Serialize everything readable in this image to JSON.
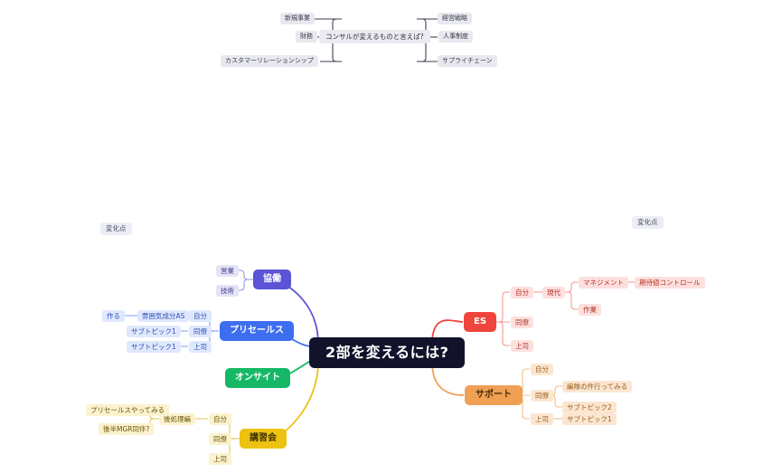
{
  "app": {
    "title": "mindmap-canvas",
    "background": "#ffffff"
  },
  "top_map": {
    "root": "コンサルが変えるものと言えば?",
    "left_children": [
      "新規事業",
      "財務",
      "カスタマーリレーションシップ"
    ],
    "right_children": [
      "経営戦略",
      "人事制度",
      "サプライチェーン"
    ],
    "edge_color": "#3f3f56",
    "node_bg": "#e8e8ef"
  },
  "labels": {
    "left_change_point": "変化点",
    "right_change_point": "変化点"
  },
  "main_map": {
    "root": "2部を変えるには?",
    "root_bg": "#12122b",
    "root_fg": "#ffffff",
    "branches": [
      {
        "id": "kyodo",
        "label": "協働",
        "color": "#5b54d6",
        "side": "left",
        "children": [
          {
            "label": "営業",
            "children": []
          },
          {
            "label": "技術",
            "children": []
          }
        ]
      },
      {
        "id": "presales",
        "label": "プリセールス",
        "color": "#3d6ef0",
        "side": "left",
        "children": [
          {
            "label": "自分",
            "children": [
              {
                "label": "雰囲気成分AS",
                "children": [
                  {
                    "label": "作る",
                    "children": []
                  }
                ]
              }
            ]
          },
          {
            "label": "同僚",
            "children": [
              {
                "label": "サブトピック1",
                "children": []
              }
            ]
          },
          {
            "label": "上司",
            "children": [
              {
                "label": "サブトピック1",
                "children": []
              }
            ]
          }
        ]
      },
      {
        "id": "onsite",
        "label": "オンサイト",
        "color": "#16b866",
        "side": "left",
        "children": []
      },
      {
        "id": "koshukai",
        "label": "講習会",
        "color": "#edc211",
        "side": "left",
        "children": [
          {
            "label": "自分",
            "children": [
              {
                "label": "後処理編",
                "children": [
                  {
                    "label": "プリセールスやってみる",
                    "children": []
                  },
                  {
                    "label": "後半MGR同伴?",
                    "children": []
                  }
                ]
              }
            ]
          },
          {
            "label": "同僚",
            "children": []
          },
          {
            "label": "上司",
            "children": []
          }
        ]
      },
      {
        "id": "es",
        "label": "ES",
        "color": "#f0453c",
        "side": "right",
        "children": [
          {
            "label": "自分",
            "children": [
              {
                "label": "現代",
                "children": [
                  {
                    "label": "マネジメント",
                    "children": [
                      {
                        "label": "期待値コントロール",
                        "children": []
                      }
                    ]
                  },
                  {
                    "label": "作業",
                    "children": []
                  }
                ]
              }
            ]
          },
          {
            "label": "同僚",
            "children": []
          },
          {
            "label": "上司",
            "children": []
          }
        ]
      },
      {
        "id": "support",
        "label": "サポート",
        "color": "#f0a055",
        "side": "right",
        "children": [
          {
            "label": "自分",
            "children": []
          },
          {
            "label": "同僚",
            "children": [
              {
                "label": "編隊の件行ってみる",
                "children": []
              },
              {
                "label": "サブトピック2",
                "children": []
              }
            ]
          },
          {
            "label": "上司",
            "children": [
              {
                "label": "サブトピック1",
                "children": []
              }
            ]
          }
        ]
      }
    ]
  }
}
